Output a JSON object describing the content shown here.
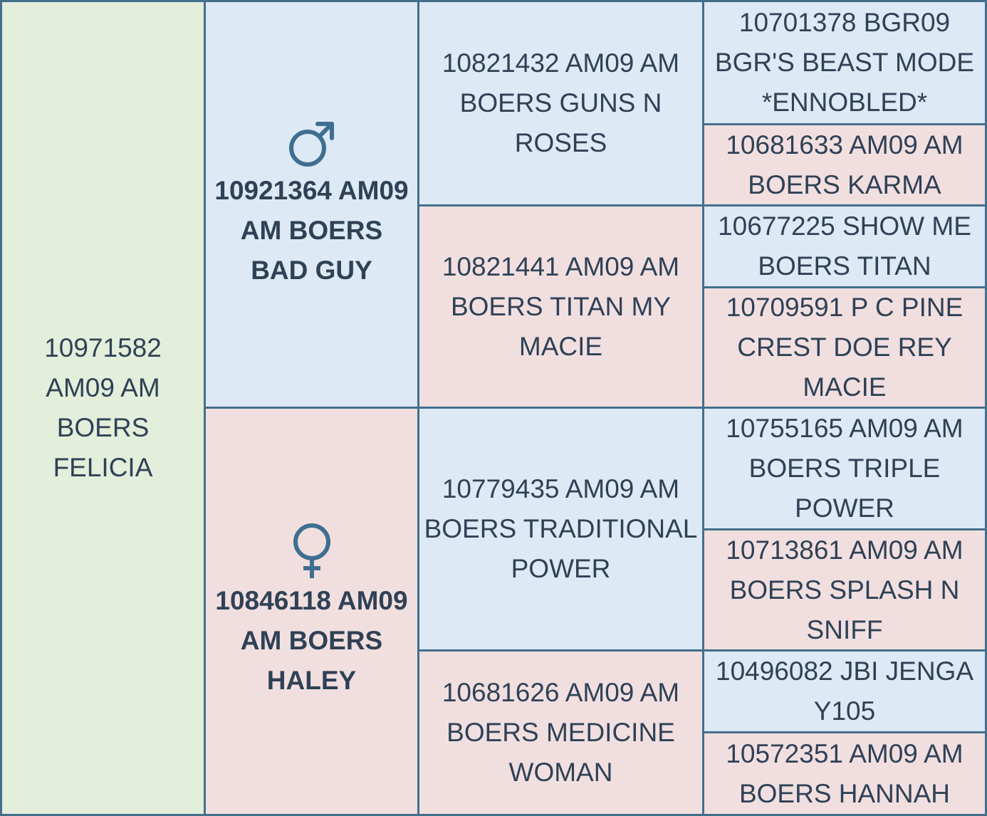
{
  "colors": {
    "border": "#426f8c",
    "subject_bg": "#e3eedb",
    "sire_bg": "#dde9f5",
    "dam_bg": "#f1dfe0",
    "text": "#2f4155",
    "icon": "#3f6f90"
  },
  "subject": {
    "name": "10971582 AM09 AM BOERS FELICIA"
  },
  "sire": {
    "icon": "male-symbol-icon",
    "name": "10921364 AM09 AM BOERS BAD GUY",
    "sire": {
      "name": "10821432 AM09 AM BOERS GUNS N ROSES",
      "sire": {
        "name": "10701378 BGR09 BGR'S BEAST MODE *ENNOBLED*"
      },
      "dam": {
        "name": "10681633 AM09 AM BOERS KARMA"
      }
    },
    "dam": {
      "name": "10821441 AM09 AM BOERS TITAN MY MACIE",
      "sire": {
        "name": "10677225 SHOW ME BOERS TITAN"
      },
      "dam": {
        "name": "10709591 P C PINE CREST DOE REY MACIE"
      }
    }
  },
  "dam": {
    "icon": "female-symbol-icon",
    "name": "10846118 AM09 AM BOERS HALEY",
    "sire": {
      "name": "10779435 AM09 AM BOERS TRADITIONAL POWER",
      "sire": {
        "name": "10755165 AM09 AM BOERS TRIPLE POWER"
      },
      "dam": {
        "name": "10713861 AM09 AM BOERS SPLASH N SNIFF"
      }
    },
    "dam": {
      "name": "10681626 AM09 AM BOERS MEDICINE WOMAN",
      "sire": {
        "name": "10496082 JBI JENGA Y105"
      },
      "dam": {
        "name": "10572351 AM09 AM BOERS HANNAH"
      }
    }
  }
}
